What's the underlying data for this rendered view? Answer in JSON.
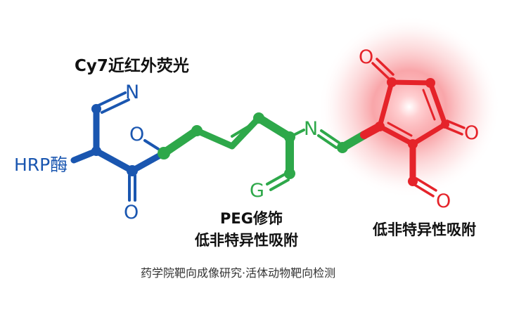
{
  "labels": {
    "cy7": "Cy7近红外荧光",
    "hrp": "HRP酶",
    "peg_line1": "PEG修饰",
    "peg_line2": "低非特异性吸附",
    "red_group": "低非特异性吸附",
    "caption": "药学院靶向成像研究·活体动物靶向检测"
  },
  "atoms": {
    "n_blue": "N",
    "o_blue_upper": "O",
    "o_blue_lower": "O",
    "n_green": "N",
    "g_green": "G",
    "o_red_top": "O",
    "o_red_right": "O",
    "o_red_bottom": "O"
  },
  "colors": {
    "blue": "#1a56b0",
    "green": "#2ea84a",
    "red": "#e5232a",
    "text": "#111111",
    "caption": "#333333"
  }
}
